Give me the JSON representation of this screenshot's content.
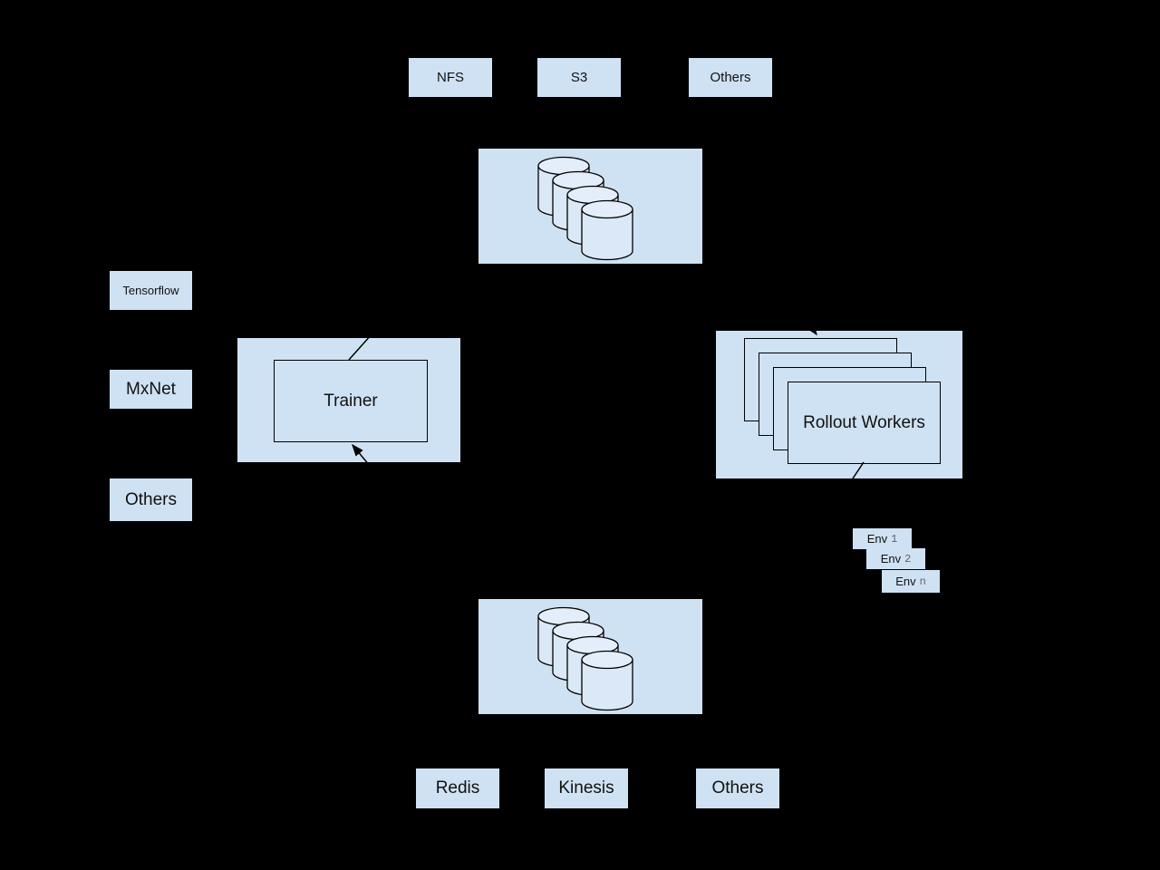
{
  "colors": {
    "background": "#000000",
    "box_fill": "#cfe2f3",
    "cylinder_fill": "#dbe8f7",
    "cylinder_top_fill": "#e4eefa",
    "border": "#000000",
    "env_index_color": "#5f6368"
  },
  "data_store_row": {
    "items": [
      {
        "label": "NFS"
      },
      {
        "label": "S3"
      },
      {
        "label": "Others"
      }
    ]
  },
  "framework_column": {
    "items": [
      {
        "label": "Tensorflow"
      },
      {
        "label": "MxNet"
      },
      {
        "label": "Others"
      }
    ]
  },
  "trainer": {
    "label": "Trainer"
  },
  "rollout_workers": {
    "label": "Rollout Workers"
  },
  "environments": {
    "items": [
      {
        "label": "Env",
        "index": "1"
      },
      {
        "label": "Env",
        "index": "2"
      },
      {
        "label": "Env",
        "index": "n"
      }
    ]
  },
  "memory_backend_row": {
    "items": [
      {
        "label": "Redis"
      },
      {
        "label": "Kinesis"
      },
      {
        "label": "Others"
      }
    ]
  }
}
